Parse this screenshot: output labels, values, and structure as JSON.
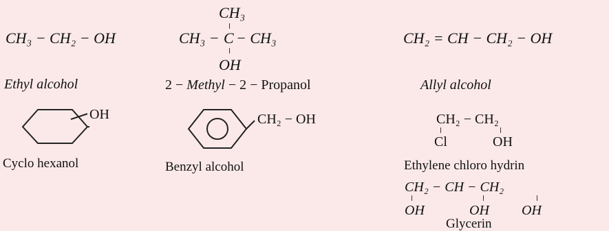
{
  "ethyl": {
    "formula": "CH₃ − CH₂ − OH",
    "name": "Ethyl alcohol"
  },
  "tbutyl": {
    "top": "CH₃",
    "left": "CH₃ −",
    "center": "C",
    "right": "− CH₃",
    "bottom": "OH",
    "name_prefix": "2 − ",
    "name_mid": "Methyl",
    "name_mid2": " − 2 − ",
    "name_suffix": "Propanol"
  },
  "allyl": {
    "formula": "CH₂ = CH − CH₂ − OH",
    "name": "Allyl alcohol"
  },
  "cyclohexanol": {
    "group": "OH",
    "name": "Cyclo hexanol"
  },
  "benzyl": {
    "group": "CH₂ − OH",
    "name": "Benzyl alcohol"
  },
  "chlorohydrin": {
    "top": "CH₂ − CH₂",
    "sub1": "Cl",
    "sub2": "OH",
    "name": "Ethylene chloro hydrin"
  },
  "glycerin": {
    "top": "CH₂ − CH − CH₂",
    "sub1": "OH",
    "sub2": "OH",
    "sub3": "OH",
    "name": "Glycerin"
  }
}
